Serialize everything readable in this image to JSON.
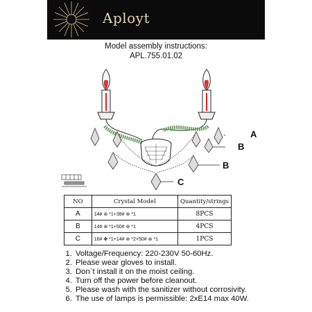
{
  "brand": {
    "name": "Aployt"
  },
  "header": {
    "line1": "Model assembly instructions:",
    "line2": "APL.755.01.02"
  },
  "diagram": {
    "callouts": [
      "A",
      "B",
      "B",
      "C"
    ]
  },
  "spec_table": {
    "headers": [
      "NO",
      "Crystal  Model",
      "Quantity/strings"
    ],
    "rows": [
      {
        "no": "A",
        "crystal": "14# ⊛ *1+38# ⊛ *1",
        "qty": "8PCS"
      },
      {
        "no": "B",
        "crystal": "14# ⊛ *1+50# ⊛ *1",
        "qty": "4PCS"
      },
      {
        "no": "C",
        "crystal": "16# ✤ *1+14# ⊛ *2+50# ⊛ *1",
        "qty": "1PCS"
      }
    ]
  },
  "instructions": [
    "Voltage/Frequency: 220-230V 50-60Hz.",
    "Please wear gloves to install.",
    "Don`t install it on the moist ceiling.",
    "Turn off the power before cleanout.",
    "Please wash with the sanitizer without corrosivity.",
    "The use of lamps is permissible: 2xE14 max 40W."
  ]
}
